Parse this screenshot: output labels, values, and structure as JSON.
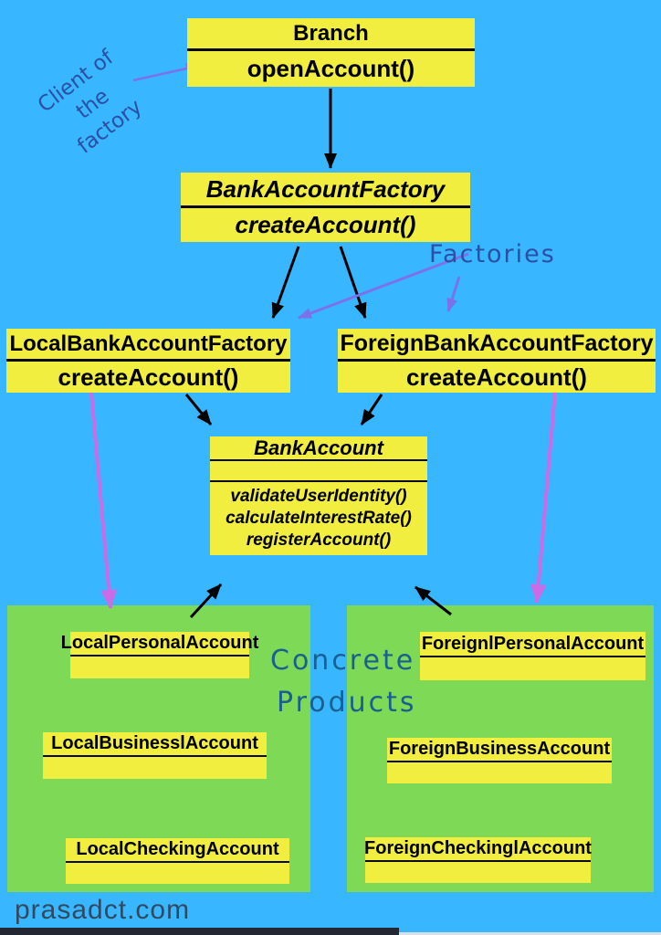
{
  "colors": {
    "background": "#38b6ff",
    "box_fill": "#f1ee3f",
    "panel_fill": "#7ed957",
    "line_black": "#000000",
    "arrow_violet": "#7b72e9",
    "arrow_magenta": "#cb6ce6",
    "handwriting_blue": "#2b4fa3",
    "concrete_blue": "#19608f",
    "watermark_color": "#2f4a63"
  },
  "annotations": {
    "client_label": {
      "line1": "Client of",
      "line2": "the",
      "line3": "factory"
    },
    "factories_label": "Factories",
    "concrete_label": {
      "line1": "Concrete",
      "line2": "Products"
    }
  },
  "diagram": {
    "branch": {
      "name": "Branch",
      "method": "openAccount()"
    },
    "abstract_factory": {
      "name": "BankAccountFactory",
      "method": "createAccount()"
    },
    "local_factory": {
      "name": "LocalBankAccountFactory",
      "method": "createAccount()"
    },
    "foreign_factory": {
      "name": "ForeignBankAccountFactory",
      "method": "createAccount()"
    },
    "bank_account": {
      "name": "BankAccount",
      "methods": [
        "validateUserIdentity()",
        "calculateInterestRate()",
        "registerAccount()"
      ]
    },
    "local_products": [
      "LocalPersonalAccount",
      "LocalBusinesslAccount",
      "LocalCheckingAccount"
    ],
    "foreign_products": [
      "ForeignlPersonalAccount",
      "ForeignBusinessAccount",
      "ForeignCheckinglAccount"
    ]
  },
  "footer": {
    "watermark": "prasadct.com"
  }
}
